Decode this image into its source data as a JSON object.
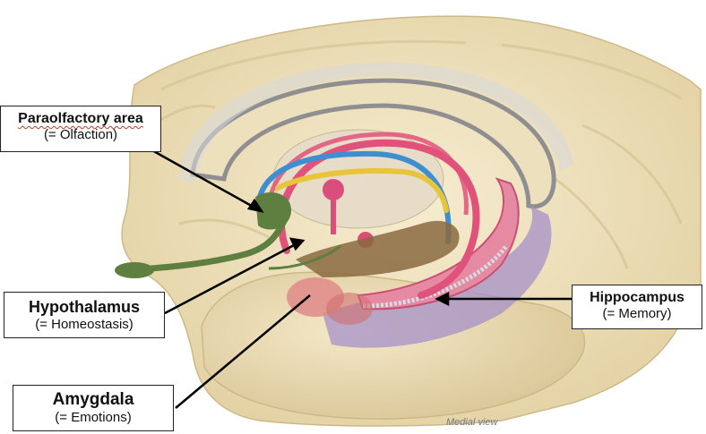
{
  "labels": {
    "paraolfactory": {
      "title": "Paraolfactory area",
      "function": "(= Olfaction)"
    },
    "hypothalamus": {
      "title": "Hypothalamus",
      "function": "(= Homeostasis)"
    },
    "amygdala": {
      "title": "Amygdala",
      "function": "(= Emotions)"
    },
    "hippocampus": {
      "title": "Hippocampus",
      "function": "(= Memory)"
    }
  },
  "caption": "Medial view",
  "colors": {
    "brain_tissue": "#efe3bd",
    "fornix_pink": "#e0527a",
    "vessel_blue": "#3f8fd0",
    "tract_yellow": "#e8c43a",
    "olfactory_green": "#5e7f3f",
    "hippocampal_purple": "#a590c8",
    "pointer_line": "#000000"
  }
}
